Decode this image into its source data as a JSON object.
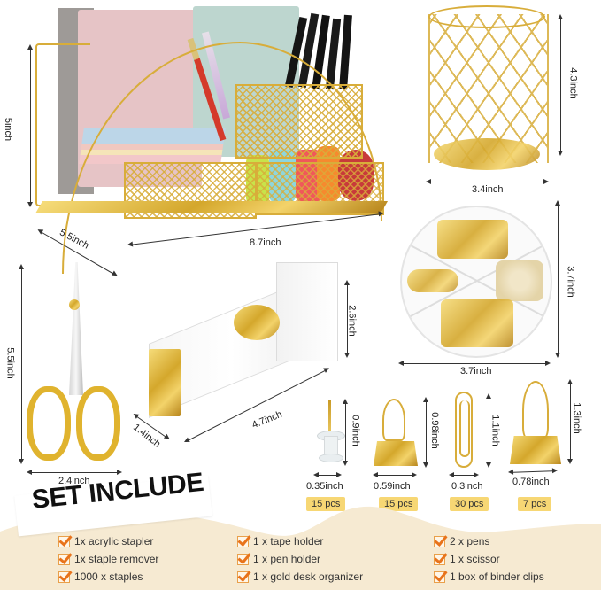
{
  "products": {
    "desk_organizer": {
      "name": "gold desk organizer",
      "height": "5inch",
      "depth": "5.5inch",
      "width": "8.7inch"
    },
    "pen_holder": {
      "name": "pen holder",
      "height": "4.3inch",
      "diameter": "3.4inch"
    },
    "binder_clip_box": {
      "name": "box of binder clips",
      "height": "3.7inch",
      "width": "3.7inch"
    },
    "scissor": {
      "name": "scissor",
      "height": "5.5inch",
      "width": "2.4inch"
    },
    "tape_holder": {
      "name": "tape holder",
      "height": "2.6inch",
      "depth": "1.4inch",
      "width": "4.7inch"
    },
    "accessories": [
      {
        "name": "push pin",
        "height": "0.9inch",
        "width": "0.35inch",
        "qty": "15 pcs"
      },
      {
        "name": "small binder clip",
        "height": "0.98inch",
        "width": "0.59inch",
        "qty": "15 pcs"
      },
      {
        "name": "paper clip",
        "height": "1.1inch",
        "width": "0.3inch",
        "qty": "30 pcs"
      },
      {
        "name": "large binder clip",
        "height": "1.3inch",
        "width": "0.78inch",
        "qty": "7 pcs"
      }
    ]
  },
  "set_include": {
    "title": "SET INCLUDE",
    "columns": [
      [
        "1x acrylic stapler",
        "1x staple remover",
        "1000 x staples"
      ],
      [
        "1 x tape holder",
        "1 x pen holder",
        "1 x gold desk organizer"
      ],
      [
        "2 x pens",
        "1 x scissor",
        "1 box of binder clips"
      ]
    ]
  },
  "colors": {
    "gold": "#d4a72c",
    "badge": "#f7d774",
    "cream": "#f6ead2",
    "check": "#e8731b"
  }
}
